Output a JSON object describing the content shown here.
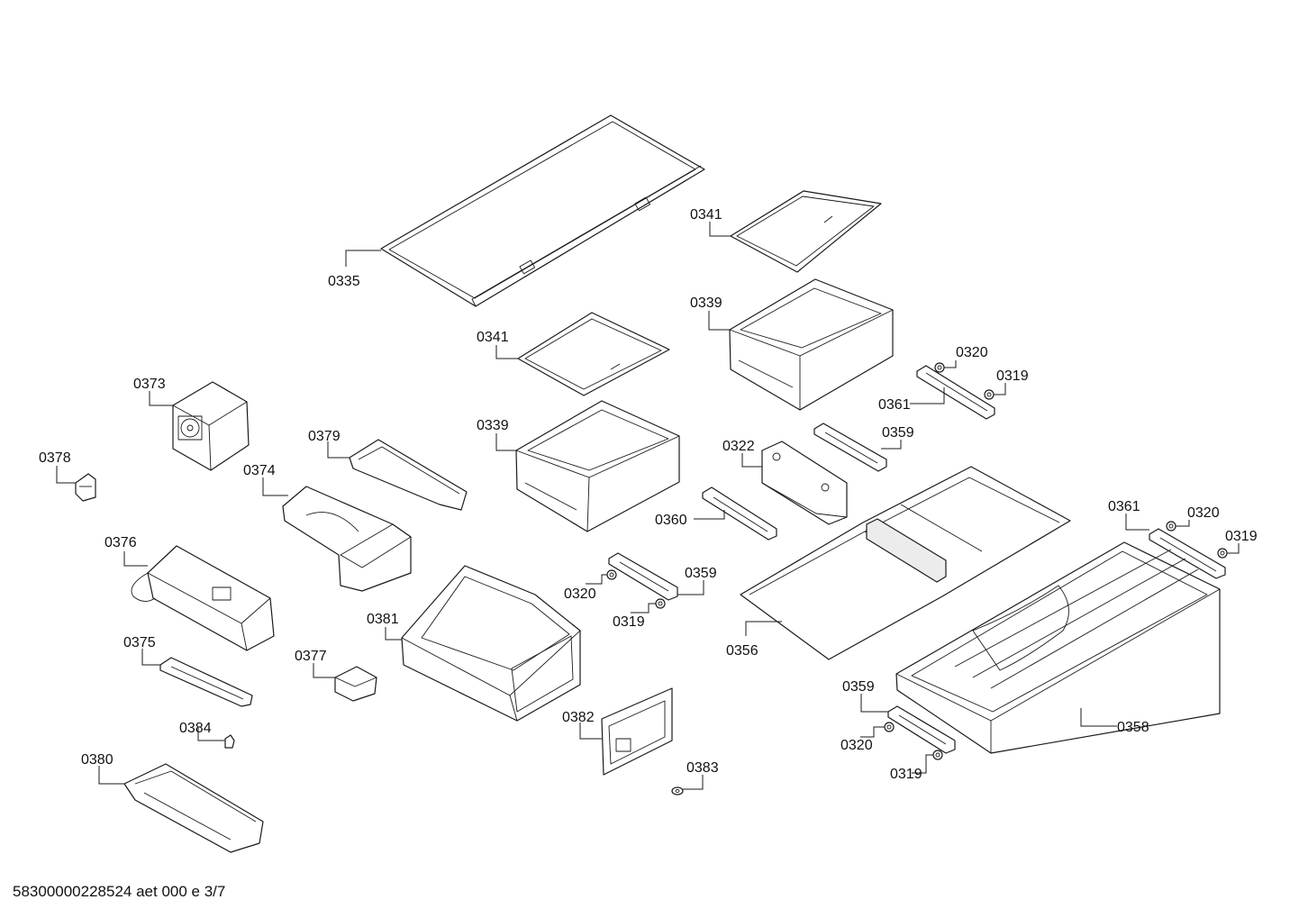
{
  "document": {
    "footer_id": "58300000228524 aet 000 e 3/7",
    "line_color": "#1a1a1a",
    "fill_color": "#ffffff"
  },
  "callouts": {
    "c0335": "0335",
    "c0341_upper": "0341",
    "c0339_upper": "0339",
    "c0341_lower": "0341",
    "c0339_lower": "0339",
    "c0320_r1": "0320",
    "c0319_r1": "0319",
    "c0361_r1": "0361",
    "c0359_r1": "0359",
    "c0322": "0322",
    "c0373": "0373",
    "c0378": "0378",
    "c0379": "0379",
    "c0374": "0374",
    "c0376": "0376",
    "c0360": "0360",
    "c0361_r2": "0361",
    "c0320_r2": "0320",
    "c0319_r2": "0319",
    "c0359_m": "0359",
    "c0320_m": "0320",
    "c0319_m": "0319",
    "c0381": "0381",
    "c0356": "0356",
    "c0375": "0375",
    "c0377": "0377",
    "c0359_b": "0359",
    "c0384": "0384",
    "c0382": "0382",
    "c0358": "0358",
    "c0320_b": "0320",
    "c0319_b": "0319",
    "c0383": "0383",
    "c0380": "0380"
  }
}
